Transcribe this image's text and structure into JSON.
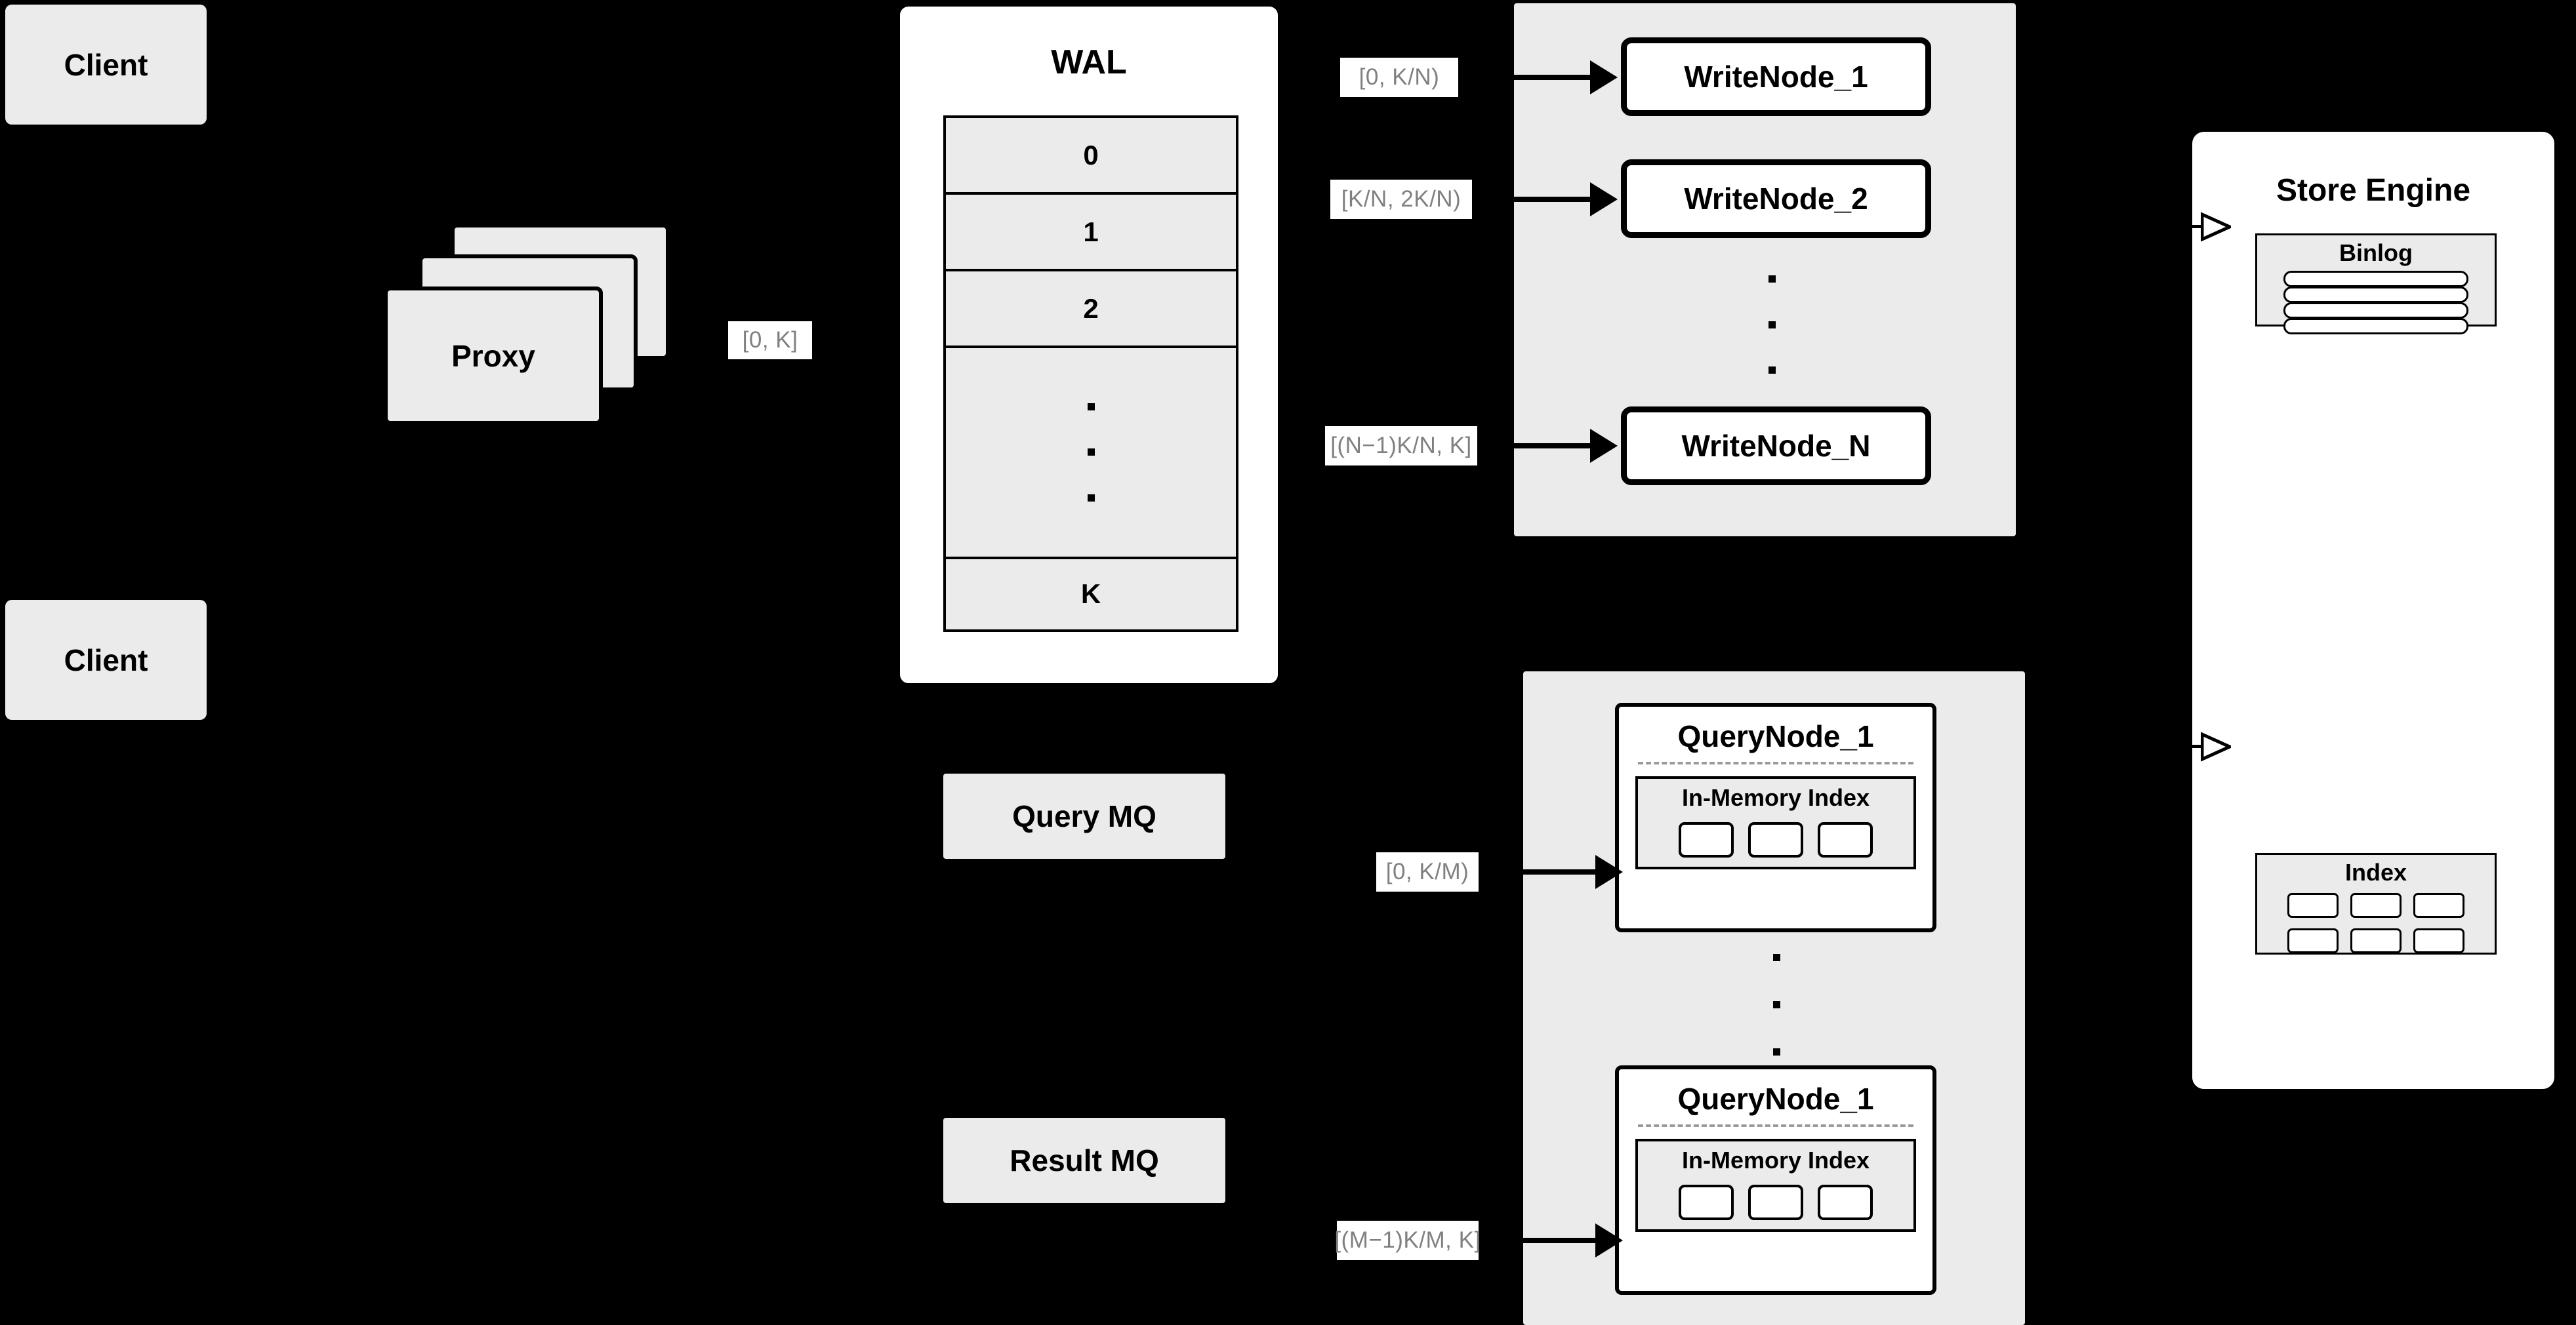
{
  "diagram": {
    "clients": [
      {
        "label": "Client"
      },
      {
        "label": "Client"
      }
    ],
    "proxy": {
      "label": "Proxy",
      "stack_count": 3
    },
    "wal": {
      "title": "WAL",
      "rows": [
        "0",
        "1",
        "2",
        "",
        "K"
      ],
      "ellipsis_row_index": 3
    },
    "queues": [
      {
        "label": "Query MQ"
      },
      {
        "label": "Result MQ"
      }
    ],
    "write_cluster": {
      "nodes": [
        {
          "label": "WriteNode_1"
        },
        {
          "label": "WriteNode_2"
        },
        {
          "label": "WriteNode_N"
        }
      ],
      "edge_labels": [
        "[0,  K/N)",
        "[K/N, 2K/N)",
        "[(N−1)K/N,  K]"
      ]
    },
    "query_cluster": {
      "nodes": [
        {
          "label": "QueryNode_1",
          "index": {
            "label": "In-Memory Index",
            "segment_count": 3
          }
        },
        {
          "label": "QueryNode_1",
          "index": {
            "label": "In-Memory Index",
            "segment_count": 3
          }
        }
      ],
      "edge_labels": [
        "[0, K/M)",
        "[(M−1)K/M, K]"
      ]
    },
    "store_engine": {
      "title": "Store Engine",
      "binlog": {
        "title": "Binlog",
        "bar_count": 4
      },
      "index": {
        "title": "Index",
        "cell_count": 6
      }
    },
    "proxy_edge_label": "[0, K]",
    "colors": {
      "background": "#000000",
      "panel_gray": "#ebebeb",
      "panel_white": "#ffffff",
      "stroke": "#000000",
      "label_text": "#808080",
      "dashed_divider": "#9a9a9a"
    }
  }
}
